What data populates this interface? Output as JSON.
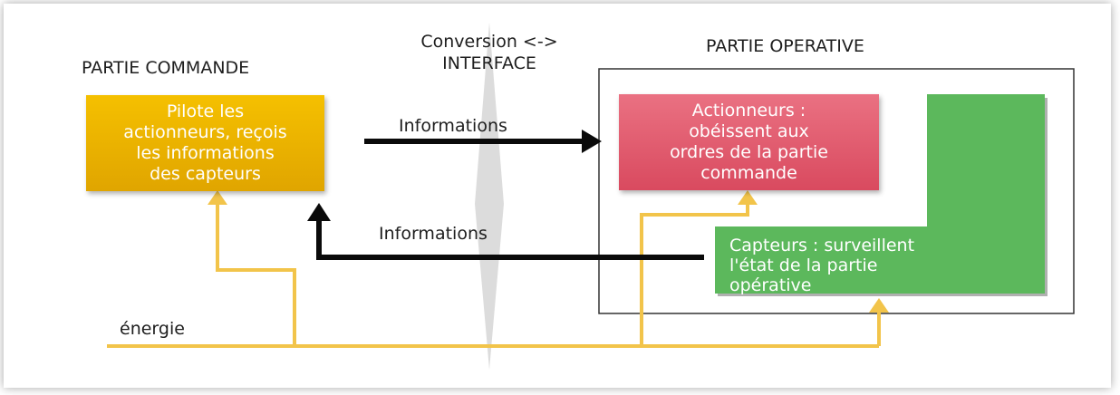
{
  "headings": {
    "partie_commande": "PARTIE COMMANDE",
    "partie_operative": "PARTIE OPERATIVE",
    "interface_line1": "Conversion <->",
    "interface_line2": "INTERFACE"
  },
  "boxes": {
    "commande": {
      "lines": [
        "Pilote les",
        "actionneurs, reçois",
        "les informations",
        "des capteurs"
      ],
      "color": "#f0b400"
    },
    "actionneurs": {
      "lines": [
        "Actionneurs :",
        "obéissent aux",
        "ordres de la partie",
        "commande"
      ],
      "color": "#e05c70"
    },
    "capteurs": {
      "lines": [
        "Capteurs : surveillent",
        "l'état de la partie",
        "opérative"
      ],
      "color": "#5cb85c"
    }
  },
  "arrows": {
    "informations_top": "Informations",
    "informations_bottom": "Informations",
    "energie": "énergie"
  },
  "colors": {
    "energy_line": "#f2c44a",
    "info_arrow": "#0a0a0a",
    "interface_band": "#cfcfcf",
    "frame_border": "#333333"
  }
}
